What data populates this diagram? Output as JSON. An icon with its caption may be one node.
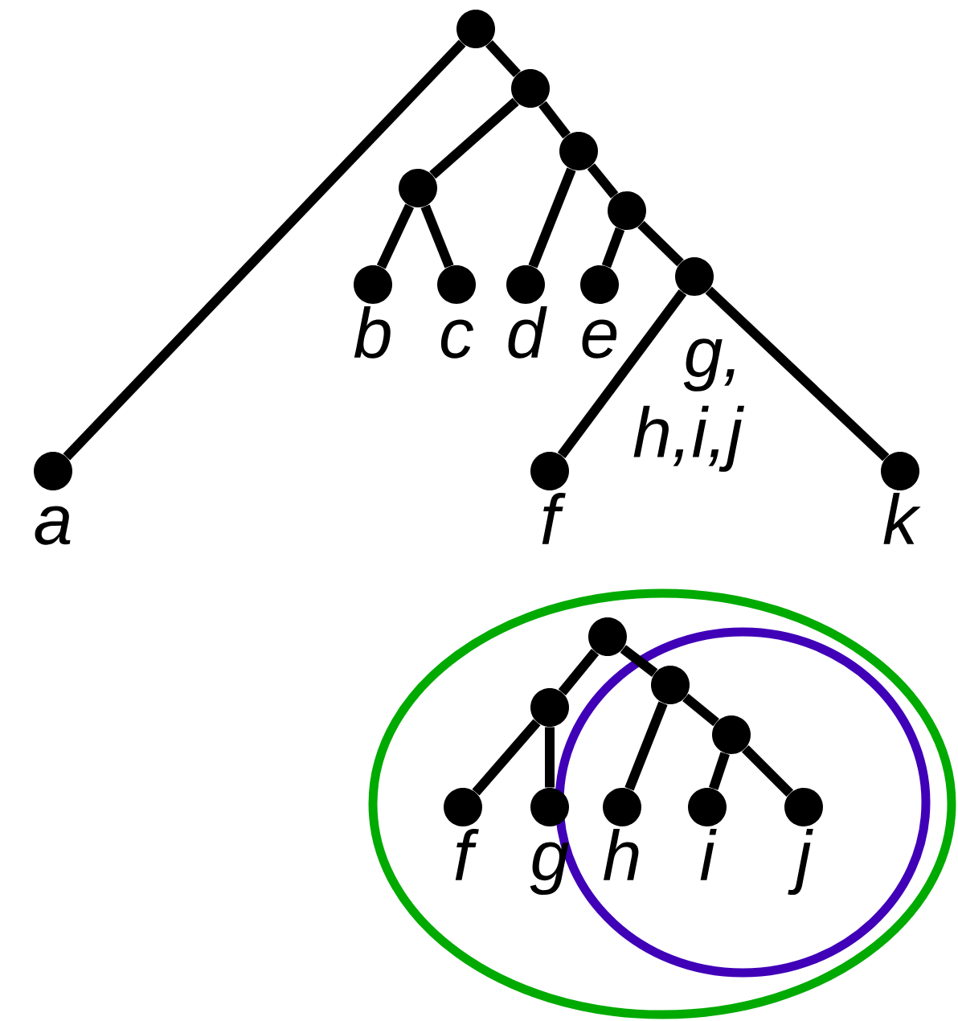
{
  "diagram": {
    "nodes": [
      {
        "text": [],
        "shape": "circle"
      },
      {
        "text": [],
        "shape": "circle"
      },
      {
        "text": [],
        "shape": "circle"
      },
      {
        "text": [
          "b"
        ]
      },
      {
        "text": [
          "c"
        ]
      },
      {
        "text": [],
        "shape": "circle"
      },
      {
        "text": [
          "d"
        ]
      },
      {
        "text": [],
        "shape": "circle"
      },
      {
        "text": [
          "e"
        ]
      },
      {
        "text": [],
        "shape": "circle"
      },
      {
        "text": [
          "a"
        ]
      },
      {
        "text": [
          "f"
        ]
      },
      {
        "text": [
          "k"
        ]
      },
      {
        "text": [],
        "shape": "circle"
      },
      {
        "text": [],
        "shape": "circle"
      },
      {
        "text": [
          "f"
        ]
      },
      {
        "text": [
          "g"
        ]
      },
      {
        "text": [],
        "shape": "circle"
      },
      {
        "text": [
          "h"
        ]
      },
      {
        "text": [],
        "shape": "circle"
      },
      {
        "text": [
          "i"
        ]
      },
      {
        "text": [
          "j"
        ]
      }
    ],
    "edges": [
      {
        "from": 0,
        "to": 10,
        "arrow": "none"
      },
      {
        "from": 0,
        "to": 1,
        "arrow": "none"
      },
      {
        "from": 1,
        "to": 2,
        "arrow": "none"
      },
      {
        "from": 1,
        "to": 5,
        "arrow": "none"
      },
      {
        "from": 2,
        "to": 3,
        "arrow": "none"
      },
      {
        "from": 2,
        "to": 4,
        "arrow": "none"
      },
      {
        "from": 5,
        "to": 6,
        "arrow": "none"
      },
      {
        "from": 5,
        "to": 7,
        "arrow": "none"
      },
      {
        "from": 7,
        "to": 8,
        "arrow": "none"
      },
      {
        "from": 7,
        "to": 9,
        "arrow": "none"
      },
      {
        "from": 9,
        "to": 11,
        "arrow": "none",
        "label": "g, h,i,j"
      },
      {
        "from": 9,
        "to": 12,
        "arrow": "none"
      },
      {
        "from": 13,
        "to": 14,
        "arrow": "none"
      },
      {
        "from": 13,
        "to": 17,
        "arrow": "none"
      },
      {
        "from": 14,
        "to": 15,
        "arrow": "none"
      },
      {
        "from": 14,
        "to": 16,
        "arrow": "none"
      },
      {
        "from": 17,
        "to": 18,
        "arrow": "none"
      },
      {
        "from": 17,
        "to": 19,
        "arrow": "none"
      },
      {
        "from": 19,
        "to": 20,
        "arrow": "none"
      },
      {
        "from": 19,
        "to": 21,
        "arrow": "none"
      }
    ]
  }
}
